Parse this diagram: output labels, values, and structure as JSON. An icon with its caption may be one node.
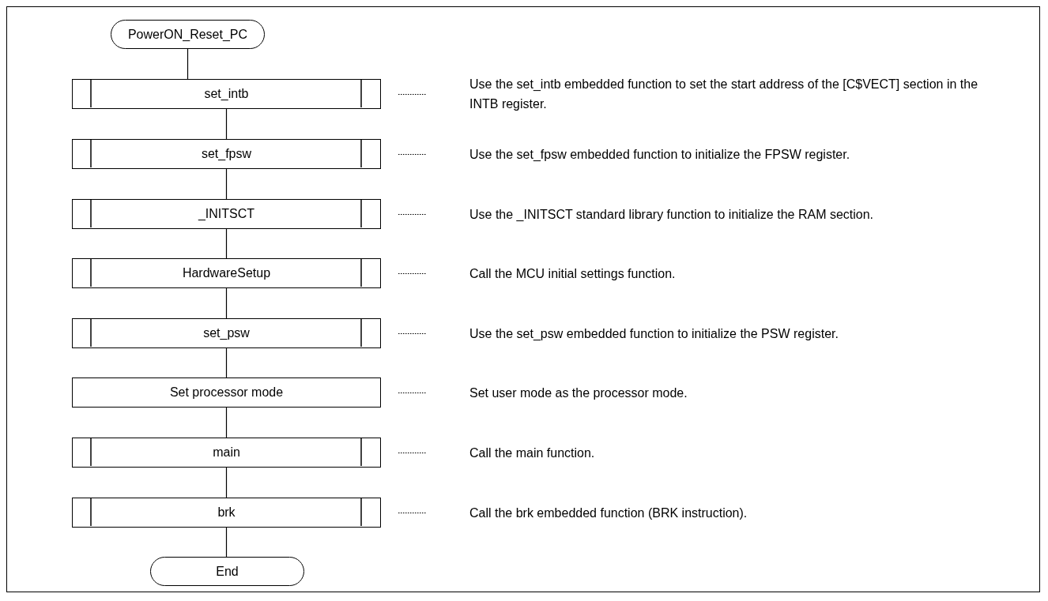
{
  "diagram": {
    "nodes": [
      {
        "text": [
          "PowerON_Reset_PC"
        ]
      },
      {
        "text": [
          "set_intb"
        ]
      },
      {
        "text": [
          "set_fpsw"
        ]
      },
      {
        "text": [
          "_INITSCT"
        ]
      },
      {
        "text": [
          "HardwareSetup"
        ]
      },
      {
        "text": [
          "set_psw"
        ]
      },
      {
        "text": [
          "Set processor mode"
        ]
      },
      {
        "text": [
          "main"
        ]
      },
      {
        "text": [
          "brk"
        ]
      },
      {
        "text": [
          "End"
        ]
      },
      {
        "text": [
          "Use the set_intb embedded function to set the start address of the [C$VECT] section in the INTB register."
        ]
      },
      {
        "text": [
          "Use the set_fpsw embedded function to initialize the FPSW register."
        ]
      },
      {
        "text": [
          "Use the _INITSCT standard library function to initialize the RAM section."
        ]
      },
      {
        "text": [
          "Call the MCU initial settings function."
        ]
      },
      {
        "text": [
          "Use the set_psw embedded function to initialize the PSW register."
        ]
      },
      {
        "text": [
          "Set user mode as the processor mode."
        ]
      },
      {
        "text": [
          "Call the main function."
        ]
      },
      {
        "text": [
          "Call the brk embedded function (BRK instruction)."
        ]
      }
    ],
    "edges": [
      {
        "from": 0,
        "to": 1,
        "arrow": "none"
      },
      {
        "from": 1,
        "to": 2,
        "arrow": "none"
      },
      {
        "from": 2,
        "to": 3,
        "arrow": "none"
      },
      {
        "from": 3,
        "to": 4,
        "arrow": "none"
      },
      {
        "from": 4,
        "to": 5,
        "arrow": "none"
      },
      {
        "from": 5,
        "to": 6,
        "arrow": "none"
      },
      {
        "from": 6,
        "to": 7,
        "arrow": "none"
      },
      {
        "from": 7,
        "to": 8,
        "arrow": "none"
      },
      {
        "from": 8,
        "to": 9,
        "arrow": "none"
      },
      {
        "from": 1,
        "to": 10,
        "arrow": "none",
        "style": "dashed"
      },
      {
        "from": 2,
        "to": 11,
        "arrow": "none",
        "style": "dashed"
      },
      {
        "from": 3,
        "to": 12,
        "arrow": "none",
        "style": "dashed"
      },
      {
        "from": 4,
        "to": 13,
        "arrow": "none",
        "style": "dashed"
      },
      {
        "from": 5,
        "to": 14,
        "arrow": "none",
        "style": "dashed"
      },
      {
        "from": 6,
        "to": 15,
        "arrow": "none",
        "style": "dashed"
      },
      {
        "from": 7,
        "to": 16,
        "arrow": "none",
        "style": "dashed"
      },
      {
        "from": 8,
        "to": 17,
        "arrow": "none",
        "style": "dashed"
      }
    ]
  }
}
